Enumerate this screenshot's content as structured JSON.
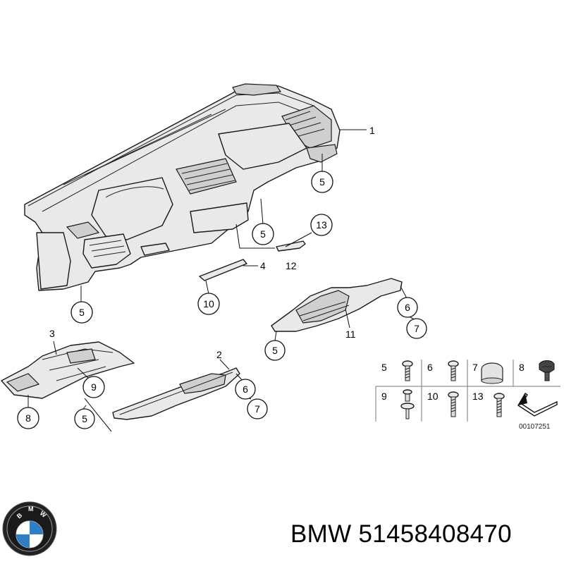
{
  "diagram": {
    "callouts": [
      {
        "id": "c5a",
        "text": "5"
      },
      {
        "id": "c5b",
        "text": "5"
      },
      {
        "id": "c13",
        "text": "13"
      },
      {
        "id": "c5c",
        "text": "5"
      },
      {
        "id": "c10",
        "text": "10"
      },
      {
        "id": "c6a",
        "text": "6"
      },
      {
        "id": "c7a",
        "text": "7"
      },
      {
        "id": "c5d",
        "text": "5"
      },
      {
        "id": "c9",
        "text": "9"
      },
      {
        "id": "c8",
        "text": "8"
      },
      {
        "id": "c5e",
        "text": "5"
      },
      {
        "id": "c6b",
        "text": "6"
      },
      {
        "id": "c7b",
        "text": "7"
      }
    ],
    "plain_labels": {
      "label_1": "1",
      "label_4": "4",
      "label_12": "12",
      "label_11": "11",
      "label_3": "3",
      "label_2": "2"
    },
    "fastener_table": {
      "cells": [
        "5",
        "6",
        "7",
        "8",
        "9",
        "10",
        "13"
      ],
      "reference_code": "00107251"
    }
  },
  "footer": {
    "brand": "BMW",
    "part_number": "51458408470",
    "label": "BMW 51458408470"
  }
}
